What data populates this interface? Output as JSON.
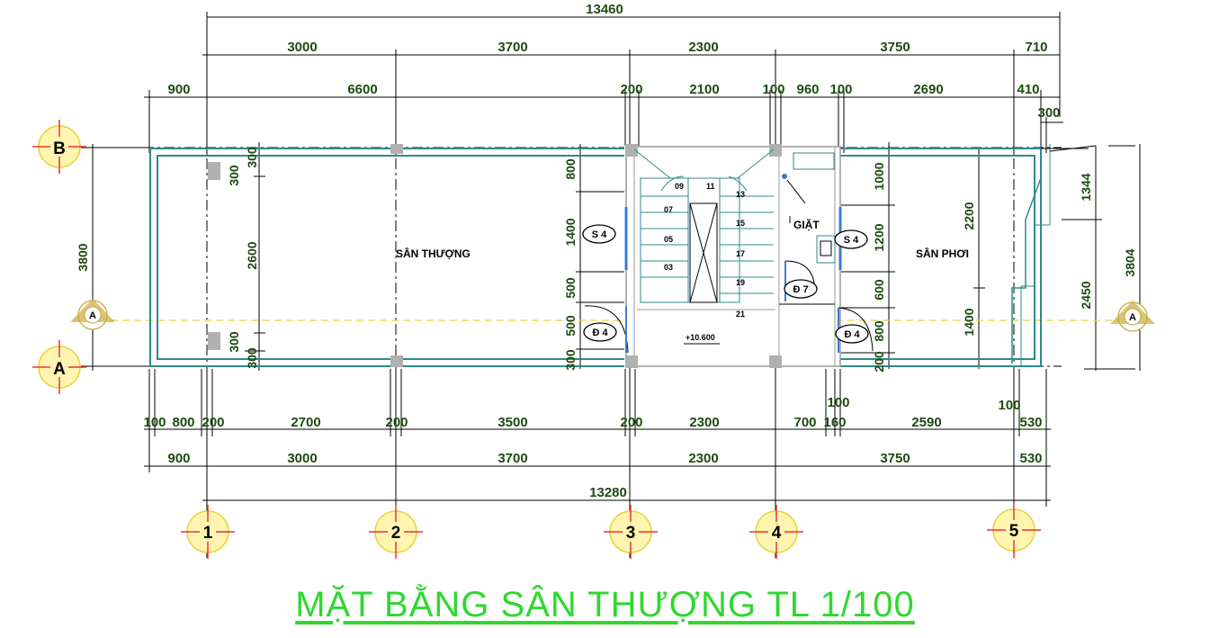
{
  "title": "MẶT BẰNG SÂN THƯỢNG TL 1/100",
  "rooms": {
    "terrace": "SÂN THƯỢNG",
    "drying_yard": "SÂN PHƠI",
    "laundry": "GIẶT",
    "elevation": "+10.600"
  },
  "axes": {
    "vertical": [
      "1",
      "2",
      "3",
      "4",
      "5"
    ],
    "horizontal": [
      "B",
      "A"
    ]
  },
  "section_label": "A",
  "tags": {
    "window_left": "S 4",
    "window_right": "S 4",
    "door_left": "Đ 4",
    "door_right": "Đ 4",
    "door_wc": "Đ 7"
  },
  "stair_numbers": [
    "09",
    "11",
    "13",
    "07",
    "15",
    "05",
    "17",
    "03",
    "19",
    "21"
  ],
  "dims": {
    "top_total": "13460",
    "top_row1": [
      "3000",
      "3700",
      "2300",
      "3750",
      "710"
    ],
    "top_row2": [
      "900",
      "6600",
      "200",
      "2100",
      "100",
      "960",
      "100",
      "2690",
      "410"
    ],
    "top_extra": "300",
    "left": "3800",
    "v_col1": [
      "300",
      "2600",
      "300"
    ],
    "v_col1b": [
      "300",
      "300"
    ],
    "v_stair": [
      "800",
      "1400",
      "500",
      "500",
      "300"
    ],
    "v_right": [
      "1000",
      "1200",
      "600",
      "800",
      "200"
    ],
    "v_right2": [
      "2200",
      "1400"
    ],
    "v_far": [
      "1344",
      "2450",
      "3804"
    ],
    "bottom_row1": [
      "100",
      "800",
      "200",
      "2700",
      "200",
      "3500",
      "200",
      "2300",
      "700",
      "160",
      "2590",
      "530"
    ],
    "bottom_small": [
      "100",
      "100"
    ],
    "bottom_row2": [
      "900",
      "3000",
      "3700",
      "2300",
      "3750",
      "530"
    ],
    "bottom_total": "13280"
  }
}
